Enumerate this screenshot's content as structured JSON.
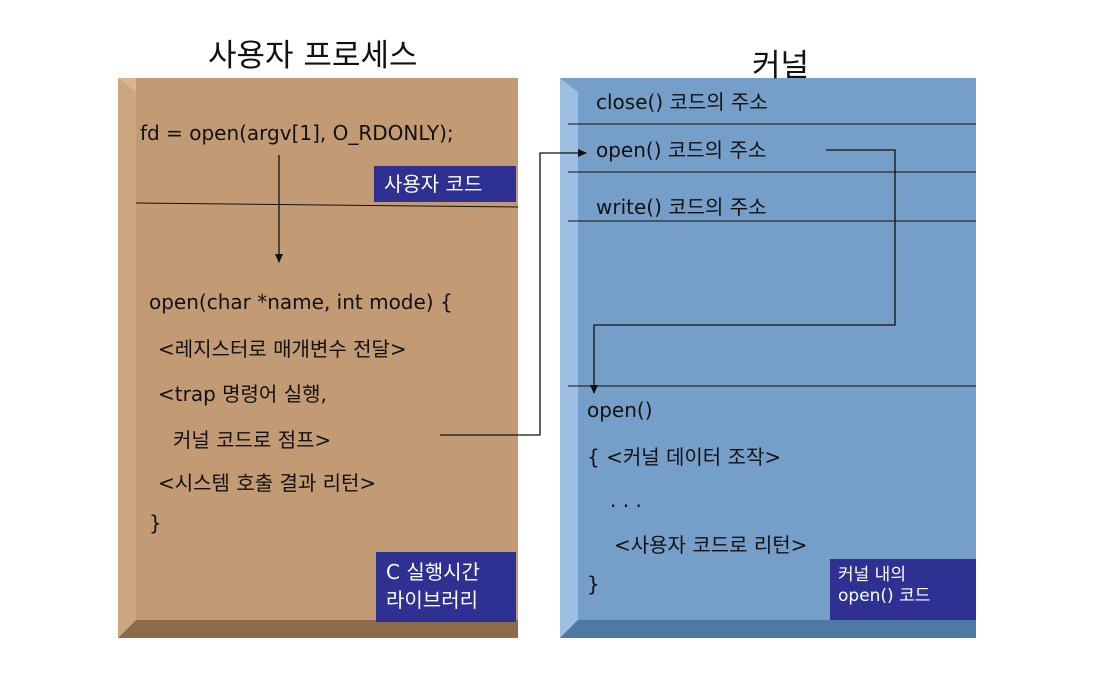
{
  "headings": {
    "user_process": "사용자 프로세스",
    "kernel": "커널"
  },
  "user_box": {
    "call_line": "fd = open(argv[1], O_RDONLY);",
    "user_code_label": "사용자 코드",
    "library_code": [
      "open(char *name, int mode) {",
      "<레지스터로 매개변수 전달>",
      "<trap 명령어 실행,",
      "커널 코드로 점프>",
      "<시스템 호출 결과 리턴>",
      "}"
    ],
    "runtime_label": [
      "C 실행시간",
      "라이브러리"
    ]
  },
  "kernel_box": {
    "table_entries": [
      "close() 코드의 주소",
      "open() 코드의 주소",
      "write() 코드의 주소"
    ],
    "open_code": [
      "open()",
      "{  <커널 데이터 조작>",
      ". . .",
      "<사용자 코드로 리턴>",
      "}"
    ],
    "kernel_open_label": [
      "커널 내의",
      "open() 코드"
    ]
  },
  "colors": {
    "user_face": "#c29a73",
    "user_bevel": "#d7b690",
    "user_shadow": "#8d6b4a",
    "kernel_face": "#759fc8",
    "kernel_bevel": "#9dc0e2",
    "kernel_shadow": "#4f78a2",
    "label_bg": "#2e3192"
  }
}
